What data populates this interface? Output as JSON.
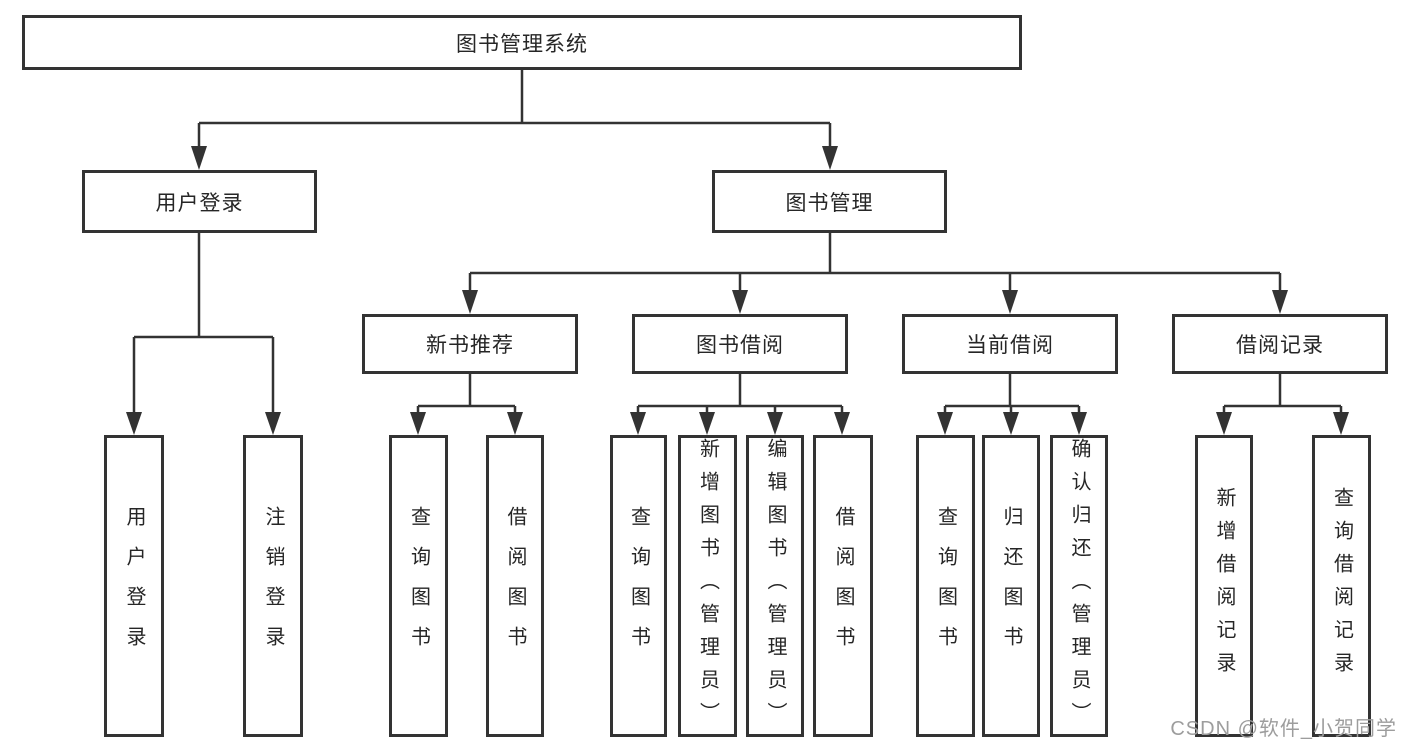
{
  "diagram": {
    "root": {
      "label": "图书管理系统"
    },
    "branches": [
      {
        "label": "用户登录",
        "leaves": [
          {
            "label": "用户登录"
          },
          {
            "label": "注销登录"
          }
        ]
      },
      {
        "label": "图书管理",
        "groups": [
          {
            "label": "新书推荐",
            "leaves": [
              {
                "label": "查询图书"
              },
              {
                "label": "借阅图书"
              }
            ]
          },
          {
            "label": "图书借阅",
            "leaves": [
              {
                "label": "查询图书"
              },
              {
                "label": "新增图书（管理员）"
              },
              {
                "label": "编辑图书（管理员）"
              },
              {
                "label": "借阅图书"
              }
            ]
          },
          {
            "label": "当前借阅",
            "leaves": [
              {
                "label": "查询图书"
              },
              {
                "label": "归还图书"
              },
              {
                "label": "确认归还（管理员）"
              }
            ]
          },
          {
            "label": "借阅记录",
            "leaves": [
              {
                "label": "新增借阅记录"
              },
              {
                "label": "查询借阅记录"
              }
            ]
          }
        ]
      }
    ]
  },
  "watermark": {
    "text": "CSDN @软件_小贺同学"
  },
  "colors": {
    "line": "#333333",
    "box_border": "#333333",
    "text": "#262626",
    "watermark": "#9d9d9d",
    "background": "#ffffff"
  }
}
